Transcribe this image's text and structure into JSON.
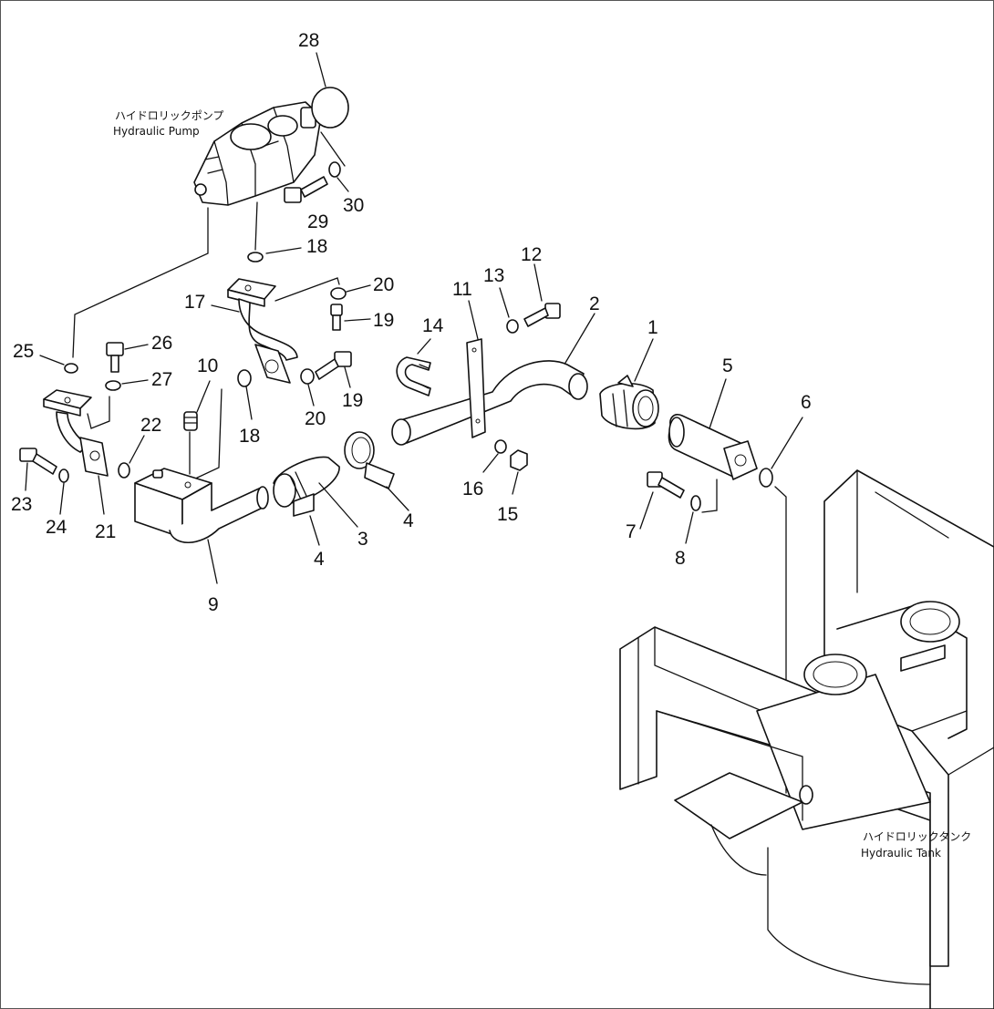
{
  "captions": {
    "pump_jp": "ハイドロリックポンプ",
    "pump_en": "Hydraulic  Pump",
    "tank_jp": "ハイドロリックタンク",
    "tank_en": "Hydraulic  Tank"
  },
  "callouts": {
    "c1": "1",
    "c2": "2",
    "c3": "3",
    "c4a": "4",
    "c4b": "4",
    "c5": "5",
    "c6": "6",
    "c7": "7",
    "c8": "8",
    "c9": "9",
    "c10": "10",
    "c11": "11",
    "c12": "12",
    "c13": "13",
    "c14": "14",
    "c15": "15",
    "c16": "16",
    "c17": "17",
    "c18a": "18",
    "c18b": "18",
    "c19a": "19",
    "c19b": "19",
    "c20a": "20",
    "c20b": "20",
    "c21": "21",
    "c22": "22",
    "c23": "23",
    "c24": "24",
    "c25": "25",
    "c26": "26",
    "c27": "27",
    "c28": "28",
    "c29": "29",
    "c30": "30"
  }
}
